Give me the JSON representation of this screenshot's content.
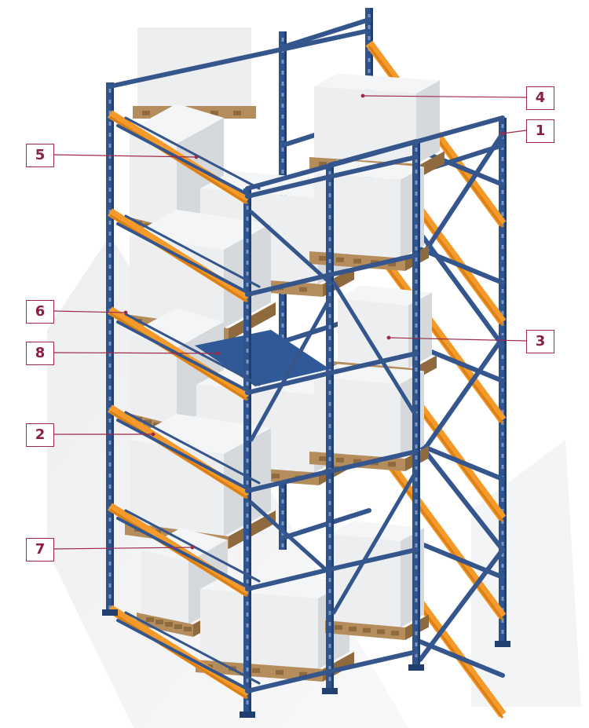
{
  "callouts": [
    {
      "id": "1",
      "label": "1"
    },
    {
      "id": "2",
      "label": "2"
    },
    {
      "id": "3",
      "label": "3"
    },
    {
      "id": "4",
      "label": "4"
    },
    {
      "id": "5",
      "label": "5"
    },
    {
      "id": "6",
      "label": "6"
    },
    {
      "id": "7",
      "label": "7"
    },
    {
      "id": "8",
      "label": "8"
    }
  ],
  "colors": {
    "upright": "#2e548f",
    "upright_dark": "#22406f",
    "beam": "#f39a2b",
    "beam_dark": "#d97f15",
    "roller": "#34568c",
    "load": "#eceef0",
    "load_shade": "#d6d9dc",
    "pallet": "#b58d5c",
    "pallet_dark": "#8f6a3f",
    "plate": "#2f5a97",
    "callout": "#9c2a4a"
  },
  "icons": [
    "pallet-load-icon",
    "leader-line"
  ]
}
